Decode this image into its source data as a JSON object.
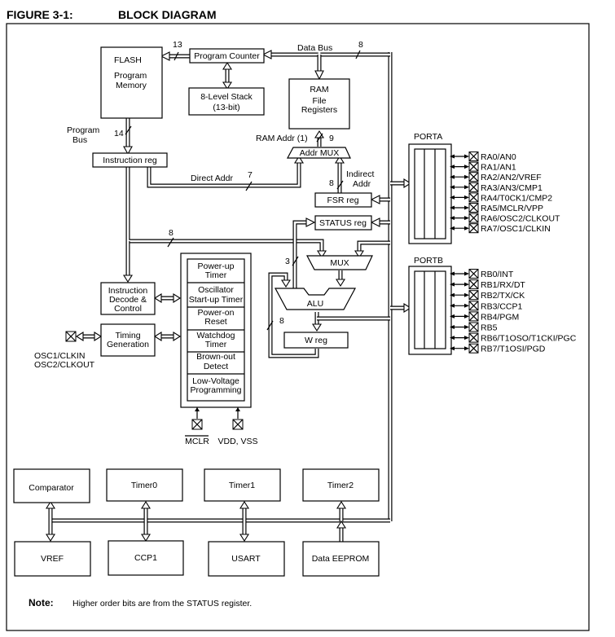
{
  "figure": {
    "number": "FIGURE 3-1:",
    "title": "BLOCK DIAGRAM"
  },
  "blocks": {
    "flash": {
      "line1": "FLASH",
      "line2": "Program",
      "line3": "Memory"
    },
    "program_counter": "Program Counter",
    "stack": {
      "line1": "8-Level Stack",
      "line2": "(13-bit)"
    },
    "ram": {
      "line1": "RAM",
      "line2": "File",
      "line3": "Registers"
    },
    "addr_mux": "Addr MUX",
    "fsr_reg": "FSR reg",
    "status_reg": "STATUS reg",
    "instruction_reg": "Instruction reg",
    "mux": "MUX",
    "alu": "ALU",
    "w_reg": "W reg",
    "instruction_decode": {
      "line1": "Instruction",
      "line2": "Decode &",
      "line3": "Control"
    },
    "timing_generation": {
      "line1": "Timing",
      "line2": "Generation"
    },
    "timers_stack": [
      {
        "line1": "Power-up",
        "line2": "Timer"
      },
      {
        "line1": "Oscillator",
        "line2": "Start-up Timer"
      },
      {
        "line1": "Power-on",
        "line2": "Reset"
      },
      {
        "line1": "Watchdog",
        "line2": "Timer"
      },
      {
        "line1": "Brown-out",
        "line2": "Detect"
      },
      {
        "line1": "Low-Voltage",
        "line2": "Programming"
      }
    ],
    "peripherals_top": [
      "Comparator",
      "Timer0",
      "Timer1",
      "Timer2"
    ],
    "peripherals_bottom": [
      "VREF",
      "CCP1",
      "USART",
      "Data EEPROM"
    ]
  },
  "labels": {
    "data_bus": "Data Bus",
    "bus_width_13": "13",
    "bus_width_8_data": "8",
    "program_bus": {
      "line1": "Program",
      "line2": "Bus"
    },
    "bus_width_14": "14",
    "ram_addr": "RAM Addr (1)",
    "bus_width_9": "9",
    "direct_addr": "Direct Addr",
    "bus_width_7": "7",
    "indirect_addr": {
      "line1": "Indirect",
      "line2": "Addr"
    },
    "bus_width_8_fsr": "8",
    "bus_width_8_ir": "8",
    "bus_width_3": "3",
    "bus_width_8_w": "8",
    "osc_pins": {
      "line1": "OSC1/CLKIN",
      "line2": "OSC2/CLKOUT"
    },
    "mclr": "MCLR",
    "vdd_vss": "VDD, VSS"
  },
  "porta": {
    "name": "PORTA",
    "pins": [
      "RA0/AN0",
      "RA1/AN1",
      "RA2/AN2/VREF",
      "RA3/AN3/CMP1",
      "RA4/T0CK1/CMP2",
      "RA5/MCLR/VPP",
      "RA6/OSC2/CLKOUT",
      "RA7/OSC1/CLKIN"
    ]
  },
  "portb": {
    "name": "PORTB",
    "pins": [
      "RB0/INT",
      "RB1/RX/DT",
      "RB2/TX/CK",
      "RB3/CCP1",
      "RB4/PGM",
      "RB5",
      "RB6/T1OSO/T1CKI/PGC",
      "RB7/T1OSI/PGD"
    ]
  },
  "note": {
    "label": "Note:",
    "text": "Higher order bits are from the STATUS register."
  }
}
